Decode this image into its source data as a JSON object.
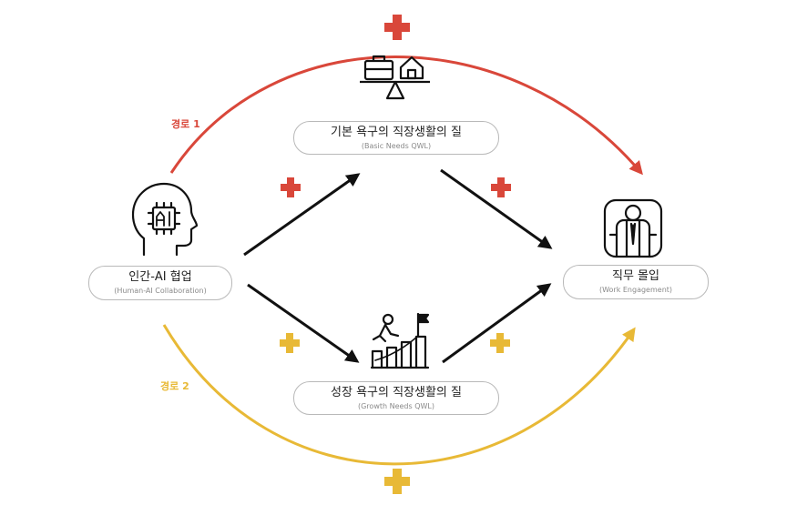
{
  "nodes": {
    "hai": {
      "title": "인간-AI 협업",
      "subtitle": "(Human-AI Collaboration)"
    },
    "basic": {
      "title": "기본 욕구의 직장생활의 질",
      "subtitle": "(Basic Needs QWL)"
    },
    "growth": {
      "title": "성장 욕구의 직장생활의 질",
      "subtitle": "(Growth Needs QWL)"
    },
    "engagement": {
      "title": "직무 몰입",
      "subtitle": "(Work Engagement)"
    }
  },
  "paths": {
    "path1": {
      "label": "경로 1",
      "color": "#d9473a"
    },
    "path2": {
      "label": "경로 2",
      "color": "#e8b936"
    }
  },
  "icons": {
    "hai": "ai-head-icon",
    "basic": "work-life-balance-scale-icon",
    "growth": "growth-stairs-icon",
    "engagement": "engaged-worker-icon"
  },
  "colors": {
    "arrow": "#111111",
    "red": "#d9473a",
    "yellow": "#e8b936"
  }
}
